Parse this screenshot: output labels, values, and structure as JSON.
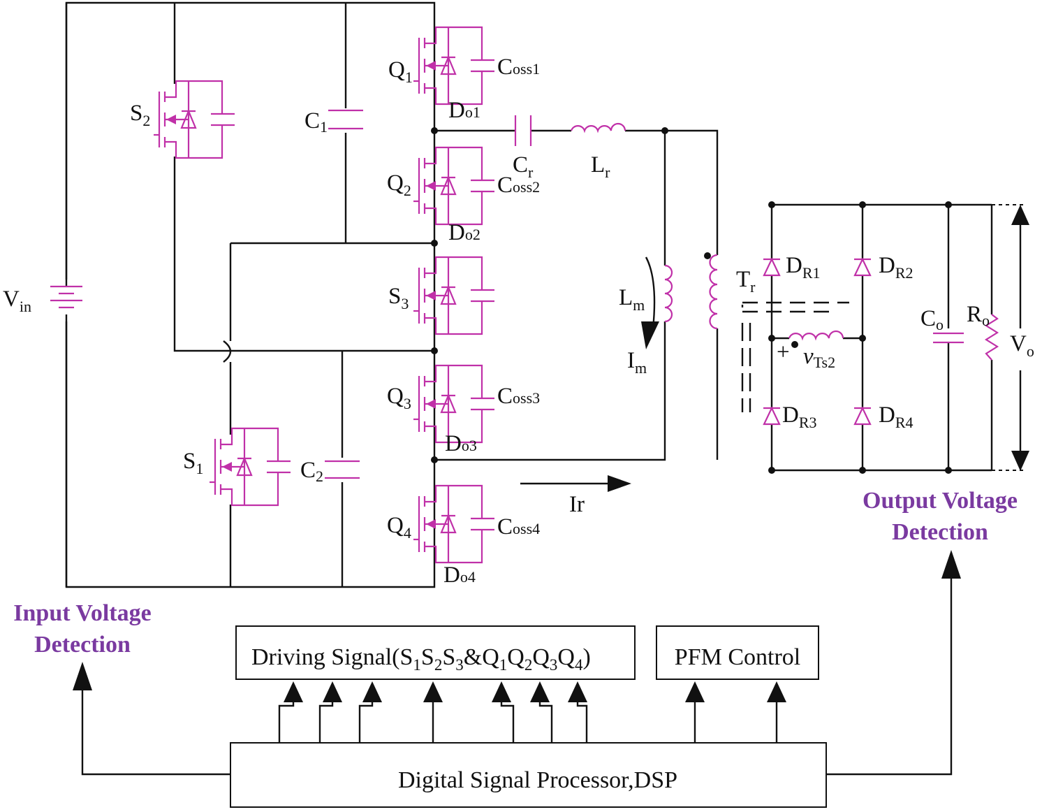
{
  "components": {
    "vin": {
      "main": "V",
      "sub": "in"
    },
    "s1": {
      "main": "S",
      "sub": "1"
    },
    "s2": {
      "main": "S",
      "sub": "2"
    },
    "s3": {
      "main": "S",
      "sub": "3"
    },
    "q1": {
      "main": "Q",
      "sub": "1"
    },
    "q2": {
      "main": "Q",
      "sub": "2"
    },
    "q3": {
      "main": "Q",
      "sub": "3"
    },
    "q4": {
      "main": "Q",
      "sub": "4"
    },
    "c1": {
      "main": "C",
      "sub": "1"
    },
    "c2": {
      "main": "C",
      "sub": "2"
    },
    "coss1": {
      "main": "C",
      "sub": "oss1"
    },
    "coss2": {
      "main": "C",
      "sub": "oss2"
    },
    "coss3": {
      "main": "C",
      "sub": "oss3"
    },
    "coss4": {
      "main": "C",
      "sub": "oss4"
    },
    "do1": {
      "main": "D",
      "sub": "o1"
    },
    "do2": {
      "main": "D",
      "sub": "o2"
    },
    "do3": {
      "main": "D",
      "sub": "o3"
    },
    "do4": {
      "main": "D",
      "sub": "o4"
    },
    "cr": {
      "main": "C",
      "sub": "r"
    },
    "lr": {
      "main": "L",
      "sub": "r"
    },
    "lm": {
      "main": "L",
      "sub": "m"
    },
    "im": {
      "main": "I",
      "sub": "m"
    },
    "ir": {
      "main": "Ir"
    },
    "tr": {
      "main": "T",
      "sub": "r"
    },
    "vts2": {
      "main": "v",
      "sub": "Ts2"
    },
    "plus": "+",
    "dr1": {
      "main": "D",
      "sub": "R1"
    },
    "dr2": {
      "main": "D",
      "sub": "R2"
    },
    "dr3": {
      "main": "D",
      "sub": "R3"
    },
    "dr4": {
      "main": "D",
      "sub": "R4"
    },
    "co": {
      "main": "C",
      "sub": "o"
    },
    "ro": {
      "main": "R",
      "sub": "o"
    },
    "vo": {
      "main": "V",
      "sub": "o"
    }
  },
  "blocks": {
    "driving": {
      "prefix": "Driving Signal(",
      "s1": "S",
      "s1sub": "1",
      "s2": "S",
      "s2sub": "2",
      "s3": "S",
      "s3sub": "3",
      "amp": "&",
      "q1": "Q",
      "q1sub": "1",
      "q2": "Q",
      "q2sub": "2",
      "q3": "Q",
      "q3sub": "3",
      "q4": "Q",
      "q4sub": "4",
      "suffix": ")"
    },
    "pfm": "PFM Control",
    "dsp": "Digital Signal Processor,DSP"
  },
  "detection": {
    "input_line1": "Input Voltage",
    "input_line2": "Detection",
    "output_line1": "Output Voltage",
    "output_line2": "Detection"
  },
  "colors": {
    "wire": "#111111",
    "component": "#c030a8",
    "detection_text": "#7a3aa0"
  }
}
